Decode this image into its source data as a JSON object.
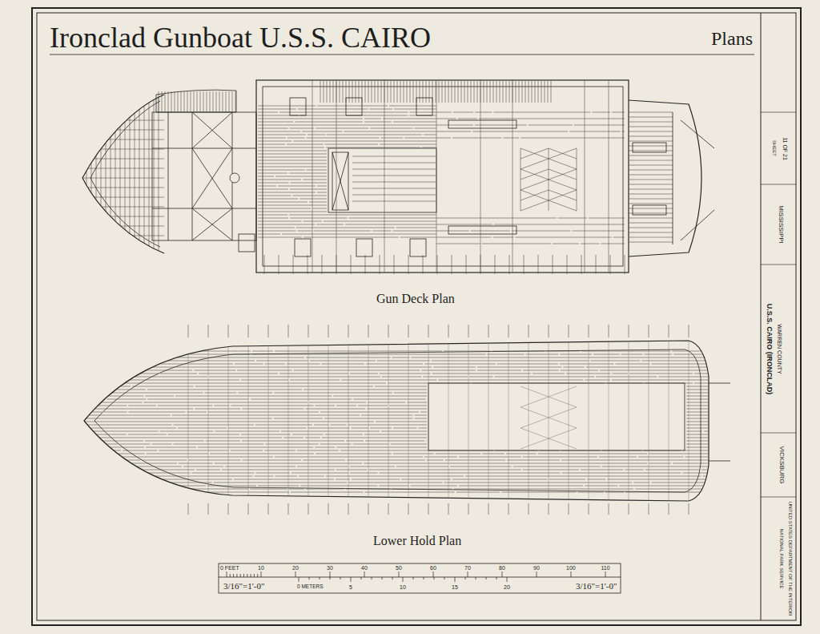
{
  "diagram": {
    "title": "Ironclad Gunboat U.S.S. CAIRO",
    "labels": [
      "Plans",
      "Gun Deck Plan",
      "Lower Hold Plan",
      "0 FEET",
      "10",
      "20",
      "30",
      "40",
      "50",
      "60",
      "70",
      "80",
      "90",
      "100",
      "110",
      "3/16\"=1'-0\"",
      "0 METERS",
      "5",
      "10",
      "15",
      "20",
      "3/16\"=1'-0\"",
      "U.S.S. CAIRO (IRONCLAD)",
      "WARREN COUNTY",
      "VICKSBURG",
      "MISSISSIPPI",
      "SHEET",
      "11 OF 21",
      "NATIONAL PARK SERVICE",
      "UNITED STATES DEPARTMENT OF THE INTERIOR"
    ]
  }
}
